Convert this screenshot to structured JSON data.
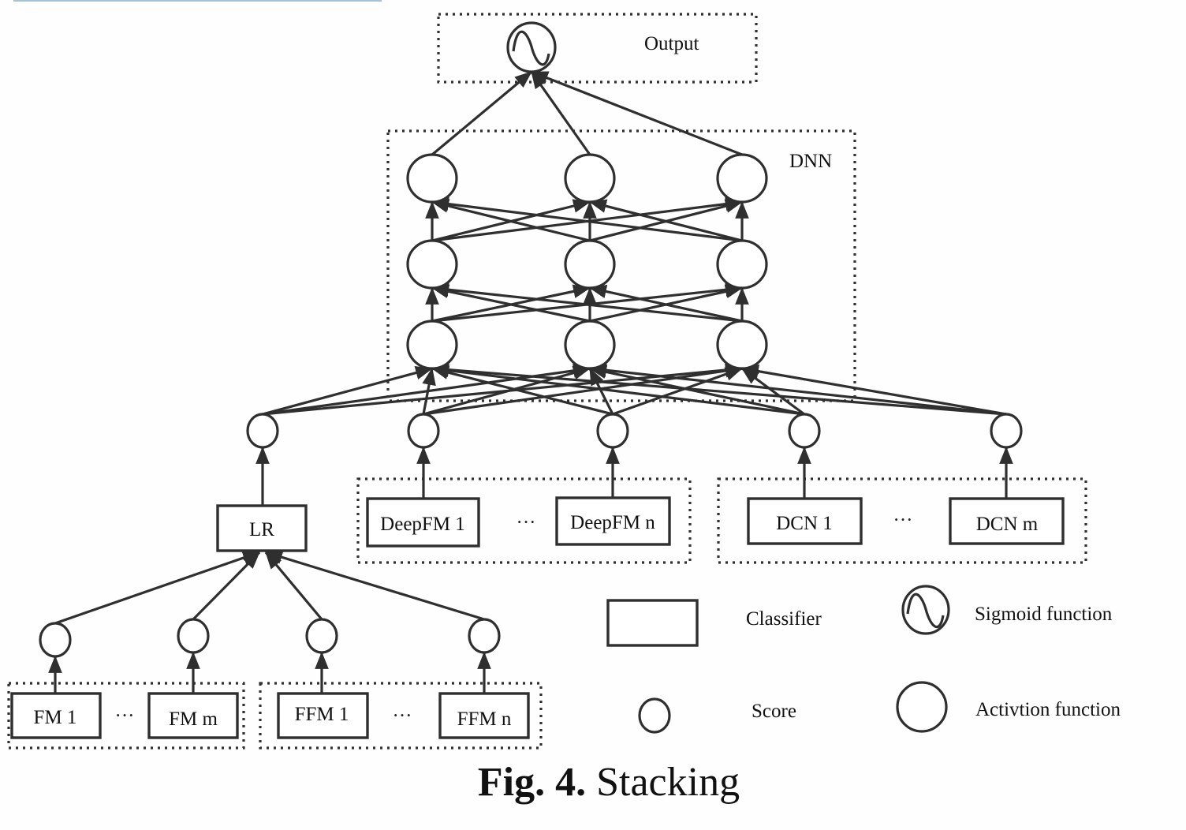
{
  "figure": {
    "caption_bold": "Fig. 4.",
    "caption_rest": " Stacking"
  },
  "groups": {
    "output": {
      "label": "Output"
    },
    "dnn": {
      "label": "DNN"
    }
  },
  "classifiers": {
    "lr": "LR",
    "fm_1": "FM 1",
    "fm_m": "FM m",
    "ffm_1": "FFM 1",
    "ffm_n": "FFM n",
    "deepfm_1": "DeepFM 1",
    "deepfm_n": "DeepFM n",
    "dcn_1": "DCN 1",
    "dcn_m": "DCN m"
  },
  "ellipsis": "···",
  "legend": {
    "classifier": "Classifier",
    "sigmoid": "Sigmoid function",
    "score": "Score",
    "activation": "Activtion function"
  },
  "structure": {
    "dnn_layers": 3,
    "neurons_per_layer": 3,
    "score_nodes_to_dnn": [
      "LR",
      "DeepFM 1",
      "DeepFM n",
      "DCN 1",
      "DCN m"
    ],
    "score_nodes_to_lr": [
      "FM 1",
      "FM m",
      "FFM 1",
      "FFM n"
    ],
    "connectivity": "fully-connected"
  }
}
